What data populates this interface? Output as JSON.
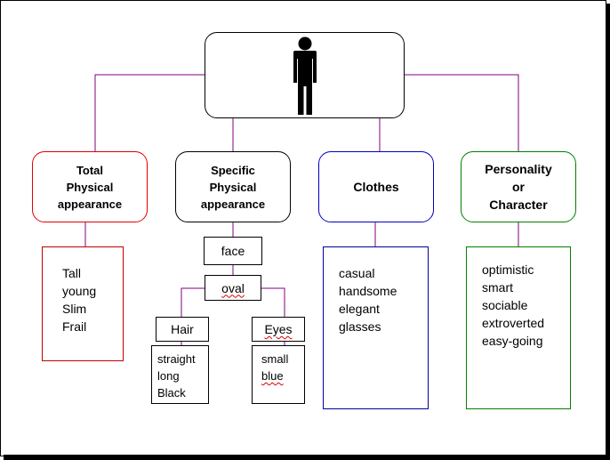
{
  "colors": {
    "connector": "#800080",
    "total_border": "#e00000",
    "clothes_border": "#0000c0",
    "personality_border": "#008000",
    "neutral_border": "#000000"
  },
  "root": {
    "icon": "person-icon"
  },
  "categories": {
    "total": {
      "label": "Total\nPhysical\nappearance",
      "items": [
        "Tall",
        "young",
        "Slim",
        "Frail"
      ]
    },
    "specific": {
      "label": "Specific\nPhysical\nappearance",
      "face": "face",
      "shape": "oval",
      "hair": {
        "label": "Hair",
        "items": [
          "straight",
          "long",
          "Black"
        ]
      },
      "eyes": {
        "label": "Eyes",
        "items": [
          "small",
          "blue"
        ]
      }
    },
    "clothes": {
      "label": "Clothes",
      "items": [
        "casual",
        "handsome",
        "elegant",
        "glasses"
      ]
    },
    "personality": {
      "label": "Personality\nor\nCharacter",
      "items": [
        "optimistic",
        "smart",
        "sociable",
        "extroverted",
        "easy-going"
      ]
    }
  }
}
